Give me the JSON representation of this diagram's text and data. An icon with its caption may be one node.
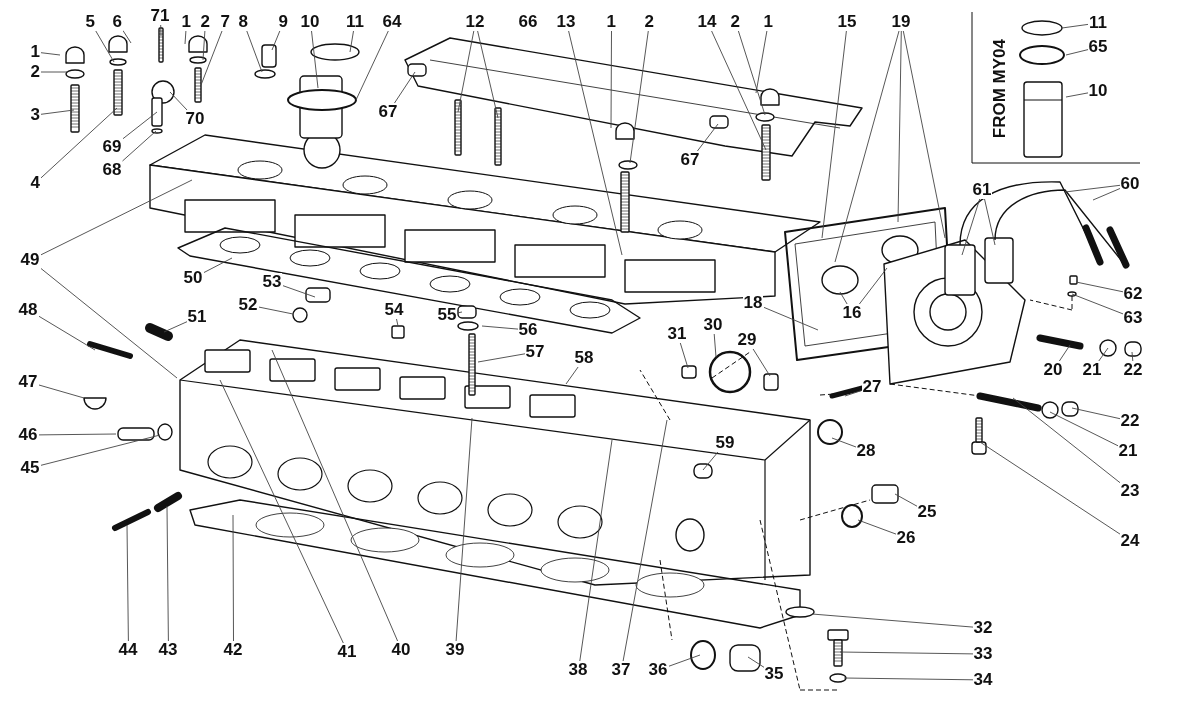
{
  "diagram": {
    "nodes": [
      {
        "text": [
          "1"
        ]
      },
      {
        "text": [
          "2"
        ]
      },
      {
        "text": [
          "3"
        ]
      },
      {
        "text": [
          "4"
        ]
      },
      {
        "text": [
          "5"
        ]
      },
      {
        "text": [
          "6"
        ]
      },
      {
        "text": [
          "71"
        ]
      },
      {
        "text": [
          "1"
        ]
      },
      {
        "text": [
          "2"
        ]
      },
      {
        "text": [
          "7"
        ]
      },
      {
        "text": [
          "8"
        ]
      },
      {
        "text": [
          "9"
        ]
      },
      {
        "text": [
          "10"
        ]
      },
      {
        "text": [
          "11"
        ]
      },
      {
        "text": [
          "64"
        ]
      },
      {
        "text": [
          "12"
        ]
      },
      {
        "text": [
          "13"
        ]
      },
      {
        "text": [
          "1"
        ]
      },
      {
        "text": [
          "2"
        ]
      },
      {
        "text": [
          "14"
        ]
      },
      {
        "text": [
          "2"
        ]
      },
      {
        "text": [
          "1"
        ]
      },
      {
        "text": [
          "15"
        ]
      },
      {
        "text": [
          "19"
        ]
      },
      {
        "text": [
          "11"
        ]
      },
      {
        "text": [
          "65"
        ]
      },
      {
        "text": [
          "10"
        ]
      },
      {
        "text": [
          "60"
        ]
      },
      {
        "text": [
          "61"
        ]
      },
      {
        "text": [
          "69"
        ]
      },
      {
        "text": [
          "70"
        ]
      },
      {
        "text": [
          "68"
        ]
      },
      {
        "text": [
          "67"
        ]
      },
      {
        "text": [
          "67"
        ]
      },
      {
        "text": [
          "49"
        ]
      },
      {
        "text": [
          "50"
        ]
      },
      {
        "text": [
          "53"
        ]
      },
      {
        "text": [
          "52"
        ]
      },
      {
        "text": [
          "16"
        ]
      },
      {
        "text": [
          "18"
        ]
      },
      {
        "text": [
          "62"
        ]
      },
      {
        "text": [
          "63"
        ]
      },
      {
        "text": [
          "48"
        ]
      },
      {
        "text": [
          "51"
        ]
      },
      {
        "text": [
          "54"
        ]
      },
      {
        "text": [
          "55"
        ]
      },
      {
        "text": [
          "56"
        ]
      },
      {
        "text": [
          "57"
        ]
      },
      {
        "text": [
          "58"
        ]
      },
      {
        "text": [
          "31"
        ]
      },
      {
        "text": [
          "30"
        ]
      },
      {
        "text": [
          "29"
        ]
      },
      {
        "text": [
          "20"
        ]
      },
      {
        "text": [
          "21"
        ]
      },
      {
        "text": [
          "22"
        ]
      },
      {
        "text": [
          "47"
        ]
      },
      {
        "text": [
          "27"
        ]
      },
      {
        "text": [
          "22"
        ]
      },
      {
        "text": [
          "46"
        ]
      },
      {
        "text": [
          "59"
        ]
      },
      {
        "text": [
          "28"
        ]
      },
      {
        "text": [
          "21"
        ]
      },
      {
        "text": [
          "45"
        ]
      },
      {
        "text": [
          "23"
        ]
      },
      {
        "text": [
          "25"
        ]
      },
      {
        "text": [
          "26"
        ]
      },
      {
        "text": [
          "24"
        ]
      },
      {
        "text": [
          "32"
        ]
      },
      {
        "text": [
          "33"
        ]
      },
      {
        "text": [
          "34"
        ]
      },
      {
        "text": [
          "44"
        ]
      },
      {
        "text": [
          "43"
        ]
      },
      {
        "text": [
          "42"
        ]
      },
      {
        "text": [
          "41"
        ]
      },
      {
        "text": [
          "40"
        ]
      },
      {
        "text": [
          "39"
        ]
      },
      {
        "text": [
          "38"
        ]
      },
      {
        "text": [
          "37"
        ]
      },
      {
        "text": [
          "36"
        ]
      },
      {
        "text": [
          "35"
        ]
      }
    ],
    "edges": [
      {
        "from": 0,
        "to": null,
        "arrow": "none"
      },
      {
        "from": 1,
        "to": null,
        "arrow": "none"
      },
      {
        "from": 2,
        "to": null,
        "arrow": "none"
      },
      {
        "from": 3,
        "to": null,
        "arrow": "none"
      },
      {
        "from": 4,
        "to": null,
        "arrow": "none"
      },
      {
        "from": 5,
        "to": null,
        "arrow": "none"
      },
      {
        "from": 6,
        "to": null,
        "arrow": "none"
      },
      {
        "from": 7,
        "to": null,
        "arrow": "none"
      },
      {
        "from": 8,
        "to": null,
        "arrow": "none"
      },
      {
        "from": 9,
        "to": null,
        "arrow": "none"
      },
      {
        "from": 10,
        "to": null,
        "arrow": "none"
      },
      {
        "from": 11,
        "to": null,
        "arrow": "none"
      },
      {
        "from": 12,
        "to": null,
        "arrow": "none"
      },
      {
        "from": 13,
        "to": null,
        "arrow": "none"
      },
      {
        "from": 14,
        "to": null,
        "arrow": "none"
      },
      {
        "from": 15,
        "to": null,
        "arrow": "none"
      },
      {
        "from": 15,
        "to": null,
        "arrow": "none"
      },
      {
        "from": 16,
        "to": null,
        "arrow": "none"
      },
      {
        "from": 17,
        "to": null,
        "arrow": "none"
      },
      {
        "from": 18,
        "to": null,
        "arrow": "none"
      },
      {
        "from": 19,
        "to": null,
        "arrow": "none"
      },
      {
        "from": 20,
        "to": null,
        "arrow": "none"
      },
      {
        "from": 21,
        "to": null,
        "arrow": "none"
      },
      {
        "from": 22,
        "to": null,
        "arrow": "none"
      },
      {
        "from": 23,
        "to": null,
        "arrow": "none"
      },
      {
        "from": 23,
        "to": null,
        "arrow": "none"
      },
      {
        "from": 23,
        "to": null,
        "arrow": "none"
      },
      {
        "from": 24,
        "to": null,
        "arrow": "none"
      },
      {
        "from": 25,
        "to": null,
        "arrow": "none"
      },
      {
        "from": 26,
        "to": null,
        "arrow": "none"
      },
      {
        "from": 27,
        "to": null,
        "arrow": "none"
      },
      {
        "from": 27,
        "to": null,
        "arrow": "none"
      },
      {
        "from": 28,
        "to": null,
        "arrow": "none"
      },
      {
        "from": 28,
        "to": null,
        "arrow": "none"
      },
      {
        "from": 29,
        "to": null,
        "arrow": "none"
      },
      {
        "from": 30,
        "to": null,
        "arrow": "none"
      },
      {
        "from": 31,
        "to": null,
        "arrow": "none"
      },
      {
        "from": 32,
        "to": null,
        "arrow": "none"
      },
      {
        "from": 33,
        "to": null,
        "arrow": "none"
      },
      {
        "from": 34,
        "to": null,
        "arrow": "none"
      },
      {
        "from": 34,
        "to": null,
        "arrow": "none"
      },
      {
        "from": 35,
        "to": null,
        "arrow": "none"
      },
      {
        "from": 36,
        "to": null,
        "arrow": "none"
      },
      {
        "from": 37,
        "to": null,
        "arrow": "none"
      },
      {
        "from": 38,
        "to": null,
        "arrow": "none"
      },
      {
        "from": 38,
        "to": null,
        "arrow": "none"
      },
      {
        "from": 39,
        "to": null,
        "arrow": "none"
      },
      {
        "from": 40,
        "to": null,
        "arrow": "none"
      },
      {
        "from": 41,
        "to": null,
        "arrow": "none"
      },
      {
        "from": 42,
        "to": null,
        "arrow": "none"
      },
      {
        "from": 43,
        "to": null,
        "arrow": "none"
      },
      {
        "from": 44,
        "to": null,
        "arrow": "none"
      },
      {
        "from": 45,
        "to": null,
        "arrow": "none"
      },
      {
        "from": 46,
        "to": null,
        "arrow": "none"
      },
      {
        "from": 47,
        "to": null,
        "arrow": "none"
      },
      {
        "from": 48,
        "to": null,
        "arrow": "none"
      },
      {
        "from": 49,
        "to": null,
        "arrow": "none"
      },
      {
        "from": 50,
        "to": null,
        "arrow": "none"
      },
      {
        "from": 51,
        "to": null,
        "arrow": "none"
      },
      {
        "from": 52,
        "to": null,
        "arrow": "none"
      },
      {
        "from": 53,
        "to": null,
        "arrow": "none"
      },
      {
        "from": 54,
        "to": null,
        "arrow": "none"
      },
      {
        "from": 55,
        "to": null,
        "arrow": "none"
      },
      {
        "from": 56,
        "to": null,
        "arrow": "none"
      },
      {
        "from": 57,
        "to": null,
        "arrow": "none"
      },
      {
        "from": 58,
        "to": null,
        "arrow": "none"
      },
      {
        "from": 59,
        "to": null,
        "arrow": "none"
      },
      {
        "from": 60,
        "to": null,
        "arrow": "none"
      },
      {
        "from": 61,
        "to": null,
        "arrow": "none"
      },
      {
        "from": 62,
        "to": null,
        "arrow": "none"
      },
      {
        "from": 63,
        "to": null,
        "arrow": "none"
      },
      {
        "from": 64,
        "to": null,
        "arrow": "none"
      },
      {
        "from": 65,
        "to": null,
        "arrow": "none"
      },
      {
        "from": 66,
        "to": null,
        "arrow": "none"
      },
      {
        "from": 67,
        "to": null,
        "arrow": "none"
      },
      {
        "from": 68,
        "to": null,
        "arrow": "none"
      },
      {
        "from": 69,
        "to": null,
        "arrow": "none"
      },
      {
        "from": 70,
        "to": null,
        "arrow": "none"
      },
      {
        "from": 71,
        "to": null,
        "arrow": "none"
      },
      {
        "from": 72,
        "to": null,
        "arrow": "none"
      },
      {
        "from": 73,
        "to": null,
        "arrow": "none"
      },
      {
        "from": 74,
        "to": null,
        "arrow": "none"
      },
      {
        "from": 75,
        "to": null,
        "arrow": "none"
      },
      {
        "from": 76,
        "to": null,
        "arrow": "none"
      },
      {
        "from": 77,
        "to": null,
        "arrow": "none"
      },
      {
        "from": 78,
        "to": null,
        "arrow": "none"
      },
      {
        "from": 79,
        "to": null,
        "arrow": "none"
      }
    ],
    "labels": [
      "66",
      "FROM MY04"
    ]
  }
}
